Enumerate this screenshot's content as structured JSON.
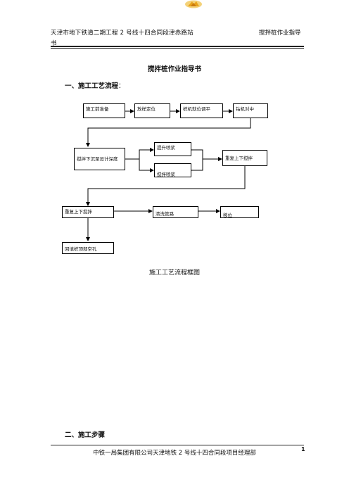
{
  "header": {
    "left_text": "天津市地下铁道二期工程 2 号线十四合同段津赤路站",
    "right_text": "搅拌桩作业指导",
    "wrap_text": "书"
  },
  "document": {
    "title": "搅拌桩作业指导书",
    "section1_title": "一、施工工艺流程",
    "section1_colon": "：",
    "section2_title": "二、施工步骤"
  },
  "flowchart": {
    "caption": "施工工艺流程框图",
    "boxes": {
      "b1": "施工前准备",
      "b2": "放样定位",
      "b3": "桩机就位调平",
      "b4": "钻机对中",
      "b5": "搅拌下沉至设计深度",
      "b6": "提升喷浆",
      "b7": "搅拌喷浆",
      "b8": "重复上下搅拌",
      "b9": "重复上下搅拌",
      "b10": "清洗管路",
      "b11": "移位",
      "b12": "回填桩顶部空孔"
    }
  },
  "footer": {
    "text": "中铁一局集团有限公司天津地铁 2 号线十四合同段项目经理部",
    "page_number": "1"
  },
  "colors": {
    "text": "#111111",
    "rule": "#222222",
    "logo_gold": "#e8a21a"
  }
}
